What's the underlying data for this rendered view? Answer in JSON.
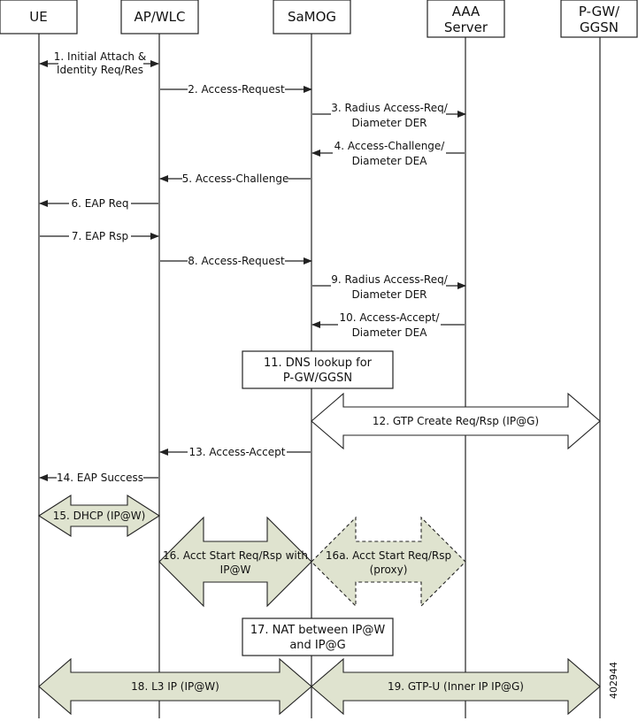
{
  "entities": {
    "ue": "UE",
    "ap_wlc": "AP/WLC",
    "samog": "SaMOG",
    "aaa_l1": "AAA",
    "aaa_l2": "Server",
    "pgw_l1": "P-GW/",
    "pgw_l2": "GGSN"
  },
  "messages": {
    "m1_l1": "1. Initial Attach &",
    "m1_l2": "Identity Req/Res",
    "m2": "2. Access-Request",
    "m3_l1": "3. Radius Access-Req/",
    "m3_l2": "Diameter DER",
    "m4_l1": "4. Access-Challenge/",
    "m4_l2": "Diameter DEA",
    "m5": "5. Access-Challenge",
    "m6": "6. EAP Req",
    "m7": "7. EAP Rsp",
    "m8": "8. Access-Request",
    "m9_l1": "9. Radius Access-Req/",
    "m9_l2": "Diameter DER",
    "m10_l1": "10. Access-Accept/",
    "m10_l2": "Diameter DEA",
    "m11_l1": "11. DNS lookup for",
    "m11_l2": "P-GW/GGSN",
    "m12": "12. GTP Create Req/Rsp (IP@G)",
    "m13": "13. Access-Accept",
    "m14": "14. EAP Success",
    "m15": "15. DHCP (IP@W)",
    "m16_l1": "16. Acct Start Req/Rsp with",
    "m16_l2": "IP@W",
    "m16a_l1": "16a. Acct Start Req/Rsp",
    "m16a_l2": "(proxy)",
    "m17_l1": "17. NAT between IP@W",
    "m17_l2": "and IP@G",
    "m18": "18. L3 IP (IP@W)",
    "m19": "19. GTP-U (Inner IP IP@G)"
  },
  "figure_id": "402944",
  "colors": {
    "fat_arrow_fill": "#dfe3cf",
    "line": "#222222"
  }
}
